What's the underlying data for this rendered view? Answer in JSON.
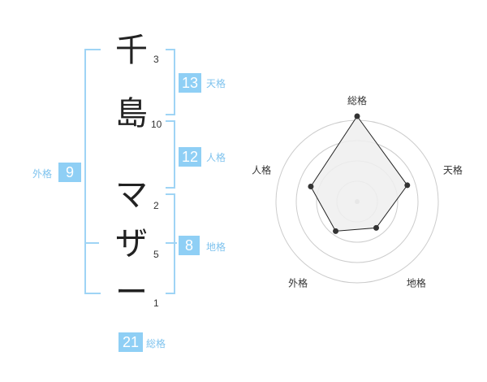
{
  "name": {
    "chars": [
      "千",
      "島",
      "マ",
      "ザ",
      "ー"
    ],
    "strokes": [
      "3",
      "10",
      "2",
      "5",
      "1"
    ]
  },
  "kakusu": {
    "tenkaku": {
      "value": "13",
      "label": "天格"
    },
    "jinkaku": {
      "value": "12",
      "label": "人格"
    },
    "chikaku": {
      "value": "8",
      "label": "地格"
    },
    "gaikaku": {
      "value": "9",
      "label": "外格"
    },
    "soukaku": {
      "value": "21",
      "label": "総格"
    }
  },
  "chart_data": {
    "type": "radar",
    "axes": [
      "総格",
      "天格",
      "地格",
      "外格",
      "人格"
    ],
    "values": [
      21,
      13,
      8,
      9,
      12
    ],
    "scale": [
      0,
      5,
      10,
      15,
      20
    ],
    "rings": 4,
    "colors": {
      "fill": "#eeeeee",
      "stroke": "#222222",
      "grid": "#cccccc",
      "center": "#bbbbbb",
      "point": "#333333"
    }
  },
  "colors": {
    "accent": "#8fcff5",
    "bracket": "#9fd4f5",
    "label": "#7fc3ee"
  }
}
